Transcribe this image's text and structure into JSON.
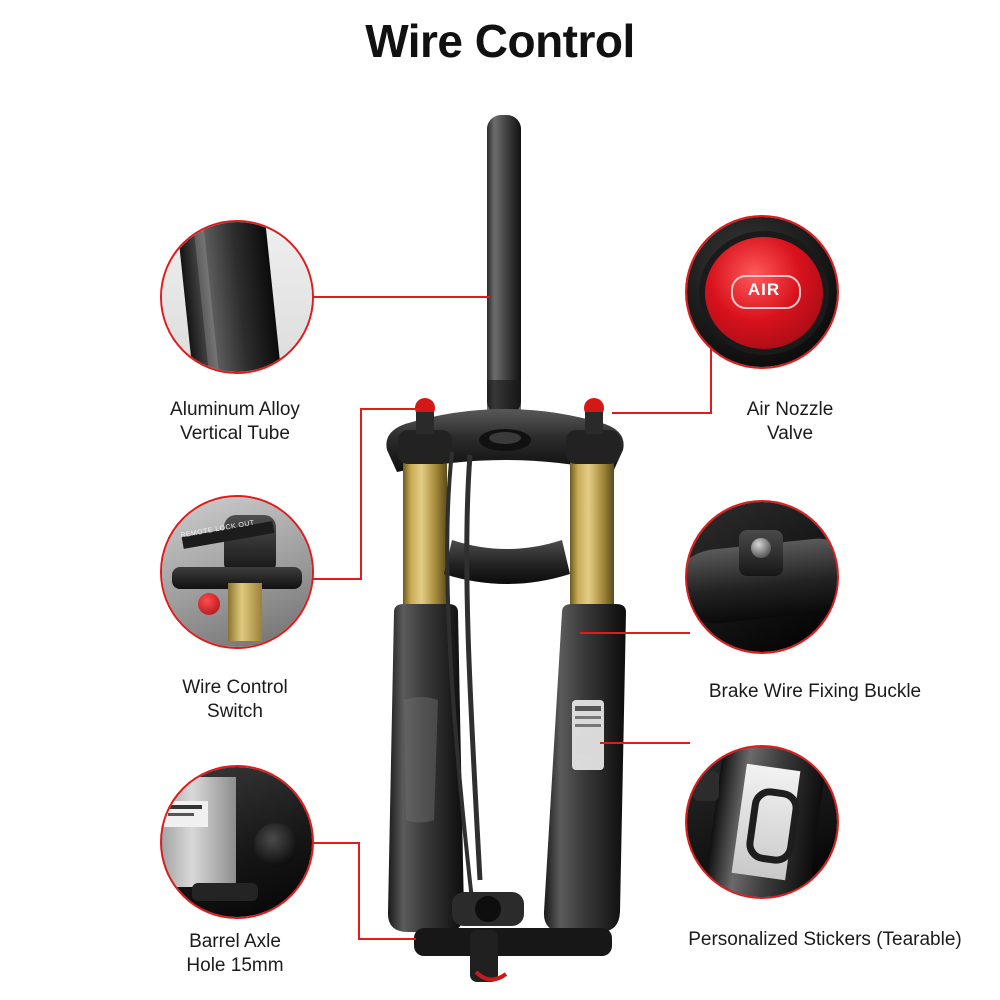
{
  "title": "Wire Control",
  "callouts": [
    {
      "id": "aluminum-alloy-vertical-tube",
      "label": "Aluminum Alloy\nVertical Tube",
      "bubble_name": "bubble-aluminum-alloy-vertical-tube"
    },
    {
      "id": "air-nozzle-valve",
      "label": "Air Nozzle\nValve",
      "bubble_name": "bubble-air-nozzle-valve",
      "cap_text": "AIR"
    },
    {
      "id": "wire-control-switch",
      "label": "Wire Control\nSwitch",
      "bubble_name": "bubble-wire-control-switch",
      "lever_text": "REMOTE LOCK OUT"
    },
    {
      "id": "brake-wire-fixing-buckle",
      "label": "Brake Wire Fixing Buckle",
      "bubble_name": "bubble-brake-wire-fixing-buckle"
    },
    {
      "id": "barrel-axle-hole-15mm",
      "label": "Barrel Axle\nHole 15mm",
      "bubble_name": "bubble-barrel-axle-hole-15mm"
    },
    {
      "id": "personalized-stickers-tearable",
      "label": "Personalized Stickers (Tearable)",
      "bubble_name": "bubble-personalized-stickers-tearable"
    }
  ],
  "colors": {
    "accent": "#e11b1b",
    "text": "#1b1b1b",
    "background": "#ffffff",
    "gold": "#c9ab55",
    "black": "#1d1d1d"
  },
  "product": {
    "name": "bicycle-suspension-fork"
  }
}
